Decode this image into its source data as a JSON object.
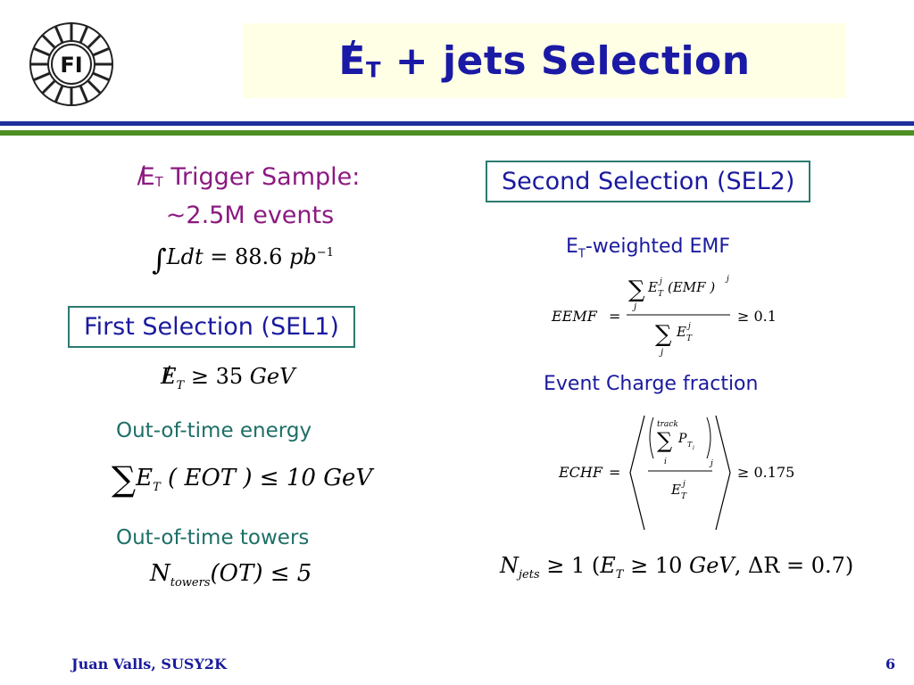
{
  "logo": {
    "text": "FI"
  },
  "title": {
    "symbol": "E",
    "slash": "/",
    "subscript": "T",
    "rest": " + jets Selection"
  },
  "left": {
    "trigger": {
      "symbol": "E",
      "slash": "/",
      "subscript": "T",
      "rest": " Trigger Sample:",
      "line2": "~2.5M events"
    },
    "luminosity": {
      "integral": "∫",
      "body": "Ldt",
      "eq": " = 88.6 ",
      "unit": "pb",
      "exp": "−1"
    },
    "sel1": {
      "label": "First Selection (SEL1)"
    },
    "et_cut": {
      "sym": "E",
      "sub": "T",
      "rest": " ≥ 35 ",
      "unit": "GeV"
    },
    "oot_energy": {
      "label": "Out-of-time energy"
    },
    "eot_formula": {
      "sum": "∑",
      "sym": "E",
      "sub": "T",
      "rest": " ( EOT ) ≤ 10 ",
      "unit": "GeV"
    },
    "oot_towers": {
      "label": "Out-of-time towers"
    },
    "towers_formula": {
      "sym": "N",
      "sub": "towers",
      "rest": "(OT) ≤ 5"
    }
  },
  "right": {
    "sel2": {
      "label": "Second Selection (SEL2)"
    },
    "emf_title": {
      "sym": "E",
      "sub": "T",
      "rest": "-weighted EMF"
    },
    "eemf": {
      "lhs": "EEMF",
      "eq": "=",
      "sum": "∑",
      "sumsub": "j",
      "numE": "E",
      "numSubT": "T",
      "numSupJ": "j",
      "numRest": "(EMF )",
      "numPow": "j",
      "denE": "E",
      "denSubT": "T",
      "denSupJ": "j",
      "cond": "≥ 0.1"
    },
    "charge_title": {
      "label": "Event Charge fraction"
    },
    "echf": {
      "lhs": "ECHF",
      "eq": "=",
      "track": "track",
      "sum": "∑",
      "sumsub": "i",
      "P": "P",
      "Psub": "T",
      "Psubsub": "i",
      "jsub": "j",
      "denE": "E",
      "denSubT": "T",
      "denSupJ": "j",
      "cond": "≥ 0.175"
    },
    "njets": {
      "sym": "N",
      "sub": "jets",
      "rest": " ≥ 1  (",
      "sym2": "E",
      "sub2": "T",
      "rest2": " ≥ 10 ",
      "unit": "GeV",
      "rest3": ", ΔR = 0.7)"
    }
  },
  "footer": {
    "author": "Juan Valls, SUSY2K",
    "page": "6"
  },
  "colors": {
    "title": "#1a1aa6",
    "trigger": "#8b1a80",
    "green": "#1d6f66",
    "box_border": "#2b7a6f",
    "rule_blue": "#1f2f9e",
    "rule_green": "#4e8f25"
  }
}
